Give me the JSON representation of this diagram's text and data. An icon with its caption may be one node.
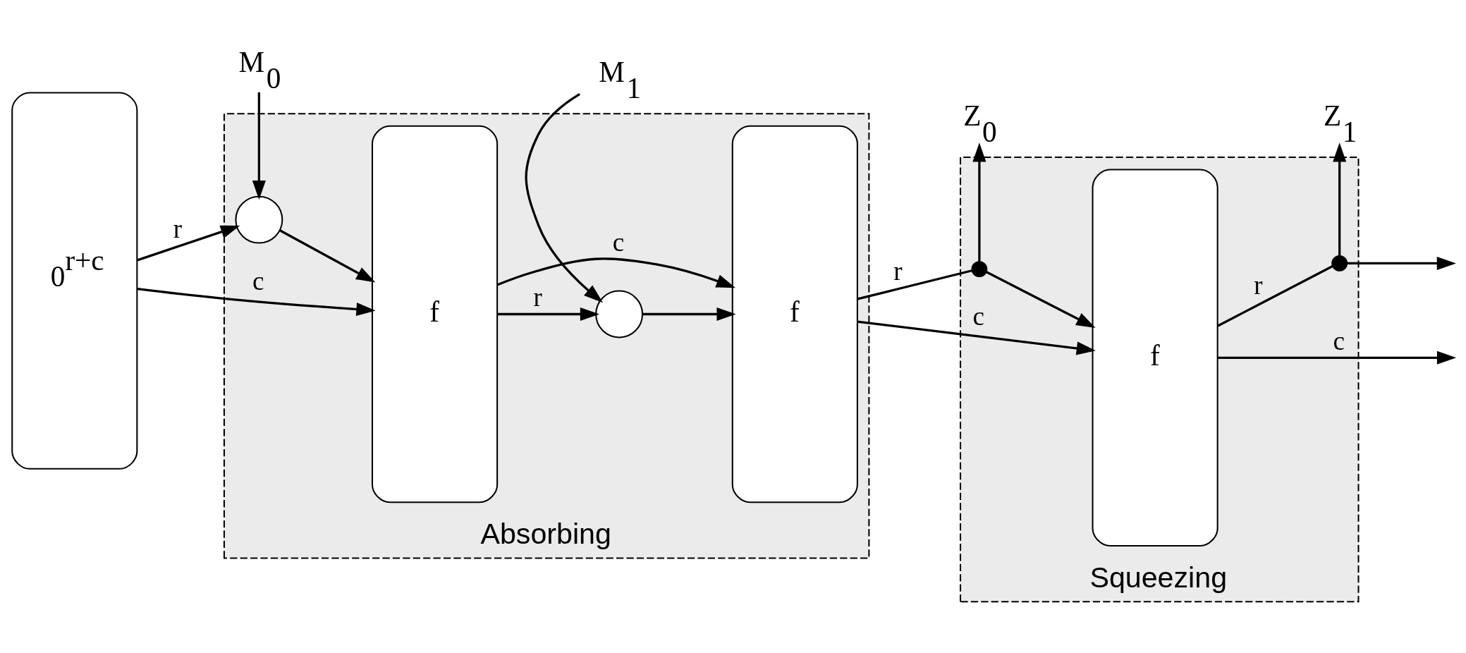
{
  "diagram": {
    "nodes": [
      {
        "text": [
          "0$^{r+c}$"
        ]
      },
      {
        "text": [
          "Absorbing"
        ]
      },
      {
        "text": [
          "M$_{0}$"
        ]
      },
      {
        "text": [],
        "shape": "circle",
        "in": 1
      },
      {
        "text": [
          "f"
        ],
        "in": 1
      },
      {
        "text": [
          "M$_{1}$"
        ]
      },
      {
        "text": [],
        "shape": "circle",
        "in": 1
      },
      {
        "text": [
          "f"
        ],
        "in": 1
      },
      {
        "text": [
          "Squeezing"
        ]
      },
      {
        "text": [
          "Z$_{0}$"
        ]
      },
      {
        "text": [],
        "shape": "dot",
        "in": 8
      },
      {
        "text": [
          "f"
        ],
        "in": 8
      },
      {
        "text": [
          "Z$_{1}$"
        ]
      },
      {
        "text": [],
        "shape": "dot",
        "in": 8
      }
    ],
    "edges": [
      {
        "from": 0,
        "to": 3,
        "arrow": "to",
        "label": "r"
      },
      {
        "from": 0,
        "to": 4,
        "arrow": "to",
        "label": "c"
      },
      {
        "from": 2,
        "to": 3,
        "arrow": "to"
      },
      {
        "from": 3,
        "to": 4,
        "arrow": "to"
      },
      {
        "from": 4,
        "to": 6,
        "arrow": "to",
        "label": "r"
      },
      {
        "from": 4,
        "to": 7,
        "arrow": "to",
        "label": "c"
      },
      {
        "from": 5,
        "to": 6,
        "arrow": "to"
      },
      {
        "from": 6,
        "to": 7,
        "arrow": "to"
      },
      {
        "from": 7,
        "to": 10,
        "arrow": "none",
        "label": "r"
      },
      {
        "from": 10,
        "to": 9,
        "arrow": "to"
      },
      {
        "from": 10,
        "to": 11,
        "arrow": "to"
      },
      {
        "from": 7,
        "to": 11,
        "arrow": "to",
        "label": "c"
      },
      {
        "from": 11,
        "to": 13,
        "arrow": "none",
        "label": "r"
      },
      {
        "from": 13,
        "to": 12,
        "arrow": "to"
      },
      {
        "from": 13,
        "to": null,
        "arrow": "to"
      },
      {
        "from": 11,
        "to": null,
        "arrow": "to",
        "label": "c"
      }
    ]
  }
}
